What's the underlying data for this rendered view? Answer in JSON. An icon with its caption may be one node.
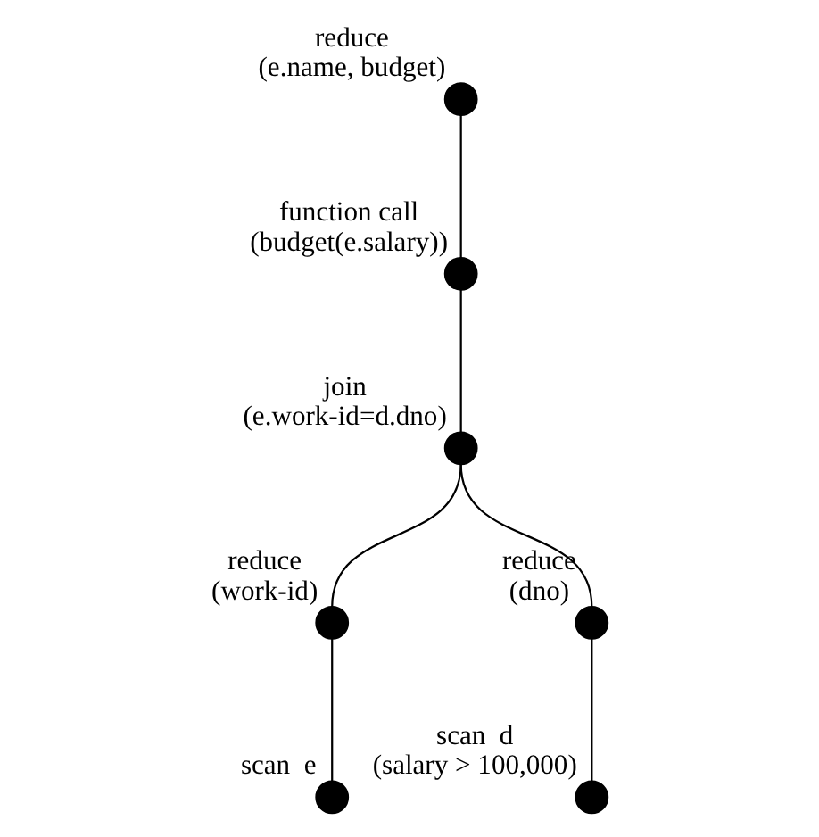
{
  "diagram": {
    "nodes": [
      {
        "text": [],
        "shape": "circle",
        "beside": [
          "reduce",
          "(e.name, budget)"
        ]
      },
      {
        "text": [],
        "shape": "circle",
        "beside": [
          "function call",
          "(budget(e.salary))"
        ]
      },
      {
        "text": [],
        "shape": "circle",
        "beside": [
          "join",
          "(e.work-id=d.dno)"
        ]
      },
      {
        "text": [],
        "shape": "circle",
        "beside": [
          "reduce",
          "(work-id)"
        ]
      },
      {
        "text": [],
        "shape": "circle",
        "beside": [
          "reduce",
          "(dno)"
        ]
      },
      {
        "text": [],
        "shape": "circle",
        "beside": [
          "scan  e"
        ]
      },
      {
        "text": [],
        "shape": "circle",
        "beside": [
          "scan  d",
          "(salary > 100,000)"
        ]
      }
    ],
    "edges": [
      {
        "from": 0,
        "to": 1,
        "arrow": "none"
      },
      {
        "from": 1,
        "to": 2,
        "arrow": "none"
      },
      {
        "from": 2,
        "to": 3,
        "arrow": "none"
      },
      {
        "from": 2,
        "to": 4,
        "arrow": "none"
      },
      {
        "from": 3,
        "to": 5,
        "arrow": "none"
      },
      {
        "from": 4,
        "to": 6,
        "arrow": "none"
      }
    ]
  }
}
